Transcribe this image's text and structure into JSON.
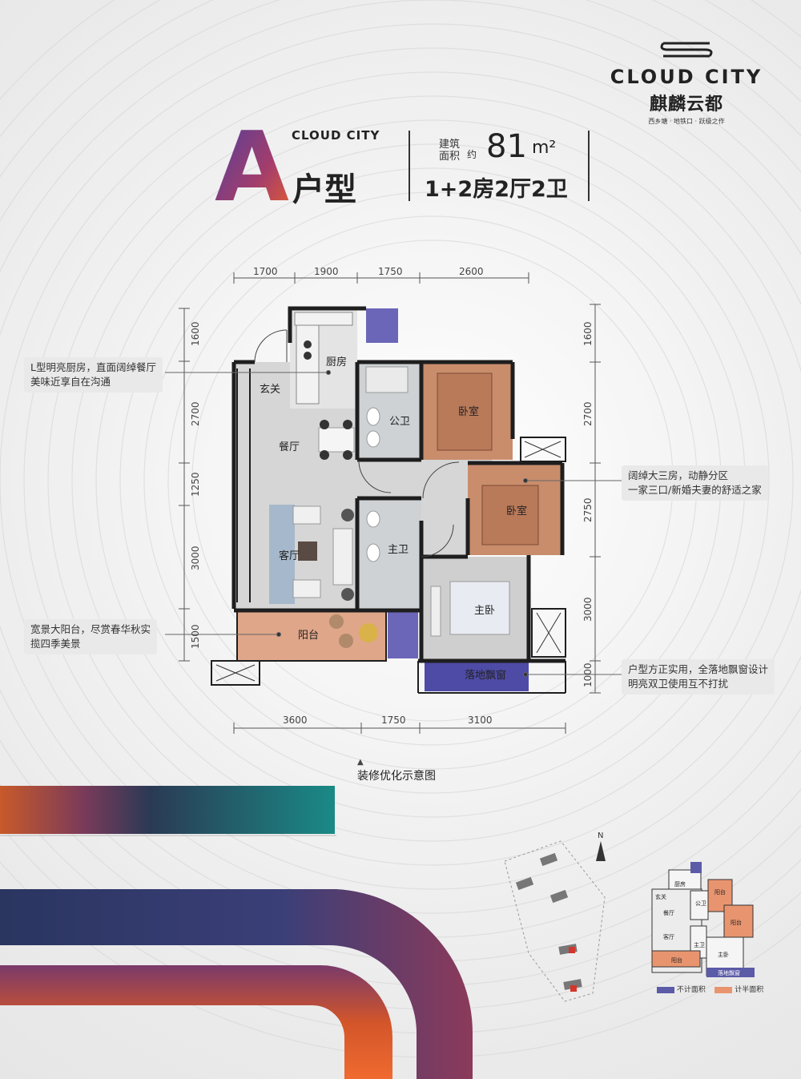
{
  "brand": {
    "logo_text": "CLOUD CITY",
    "chinese_name": "麒麟云都",
    "slogan": "西乡塘 · 地铁口 · 跃级之作"
  },
  "header": {
    "unit_letter": "A",
    "unit_suffix": "户型",
    "small_logo": "CLOUD CITY",
    "area_label_line1": "建筑",
    "area_label_line2": "面积",
    "area_approx": "约",
    "area_value": "81",
    "area_unit": "m²",
    "layout": "1+2房2厅2卫"
  },
  "dimensions": {
    "top": [
      "1700",
      "1900",
      "1750",
      "2600"
    ],
    "bottom": [
      "3600",
      "1750",
      "3100"
    ],
    "left": [
      "1600",
      "2700",
      "1250",
      "3000",
      "1500"
    ],
    "right": [
      "1600",
      "2700",
      "2750",
      "3000",
      "1000"
    ]
  },
  "rooms": {
    "kitchen": "厨房",
    "entry": "玄关",
    "dining": "餐厅",
    "public_bath": "公卫",
    "bedroom1": "卧室",
    "bedroom2": "卧室",
    "living": "客厅",
    "master_bath": "主卫",
    "master_bed": "主卧",
    "balcony": "阳台",
    "bay_window": "落地飘窗"
  },
  "callouts": {
    "kitchen": [
      "L型明亮厨房，直面阔绰餐厅",
      "美味近享自在沟通"
    ],
    "bedrooms": [
      "阔绰大三房，动静分区",
      "一家三口/新婚夫妻的舒适之家"
    ],
    "balcony": [
      "宽景大阳台，尽赏春华秋实",
      "揽四季美景"
    ],
    "bay": [
      "户型方正实用，全落地飘窗设计",
      "明亮双卫使用互不打扰"
    ]
  },
  "caption": "装修优化示意图",
  "site_plan": {
    "north": "N"
  },
  "key_plan": {
    "rooms": {
      "kitchen": "厨房",
      "entry": "玄关",
      "public_bath": "公卫",
      "balcony1": "阳台",
      "dining": "餐厅",
      "balcony2": "阳台",
      "living": "客厅",
      "master_bath": "主卫",
      "master_bed": "主卧",
      "balcony3": "阳台",
      "bay": "落地飘窗"
    },
    "legend": [
      {
        "label": "不计面积",
        "color": "#5b5ba8"
      },
      {
        "label": "计半面积",
        "color": "#e8956f"
      }
    ]
  },
  "colors": {
    "accent_purple": "#4a3f9e",
    "accent_orange": "#e8602c",
    "wall": "#1e1e1e",
    "floor_grey": "#d4d4d4",
    "wood": "#c58f6e",
    "window_blue": "#4e4ba6"
  }
}
